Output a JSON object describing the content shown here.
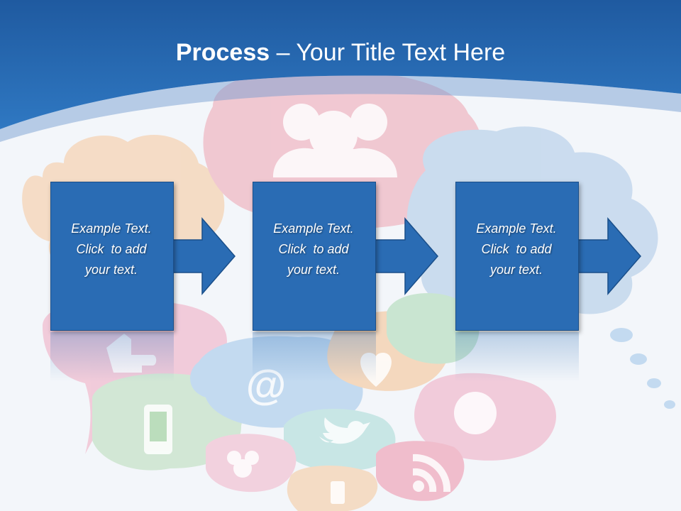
{
  "title": {
    "bold": "Process",
    "rest": " – Your Title Text Here"
  },
  "steps": [
    {
      "line1": "Example Text.",
      "line2": "Click  to add",
      "line3": "your text."
    },
    {
      "line1": "Example Text.",
      "line2": "Click  to add",
      "line3": "your text."
    },
    {
      "line1": "Example Text.",
      "line2": "Click  to add",
      "line3": "your text."
    }
  ],
  "colors": {
    "header_blue": "#2a6cb4",
    "box_blue": "#2a6cb4",
    "background": "#f3f6fa"
  },
  "icons": [
    "people-icon",
    "thumbs-up-icon",
    "at-sign-icon",
    "heart-icon",
    "globe-icon",
    "smartphone-icon",
    "twitter-bird-icon",
    "group-icon",
    "rss-icon",
    "share-icon"
  ]
}
